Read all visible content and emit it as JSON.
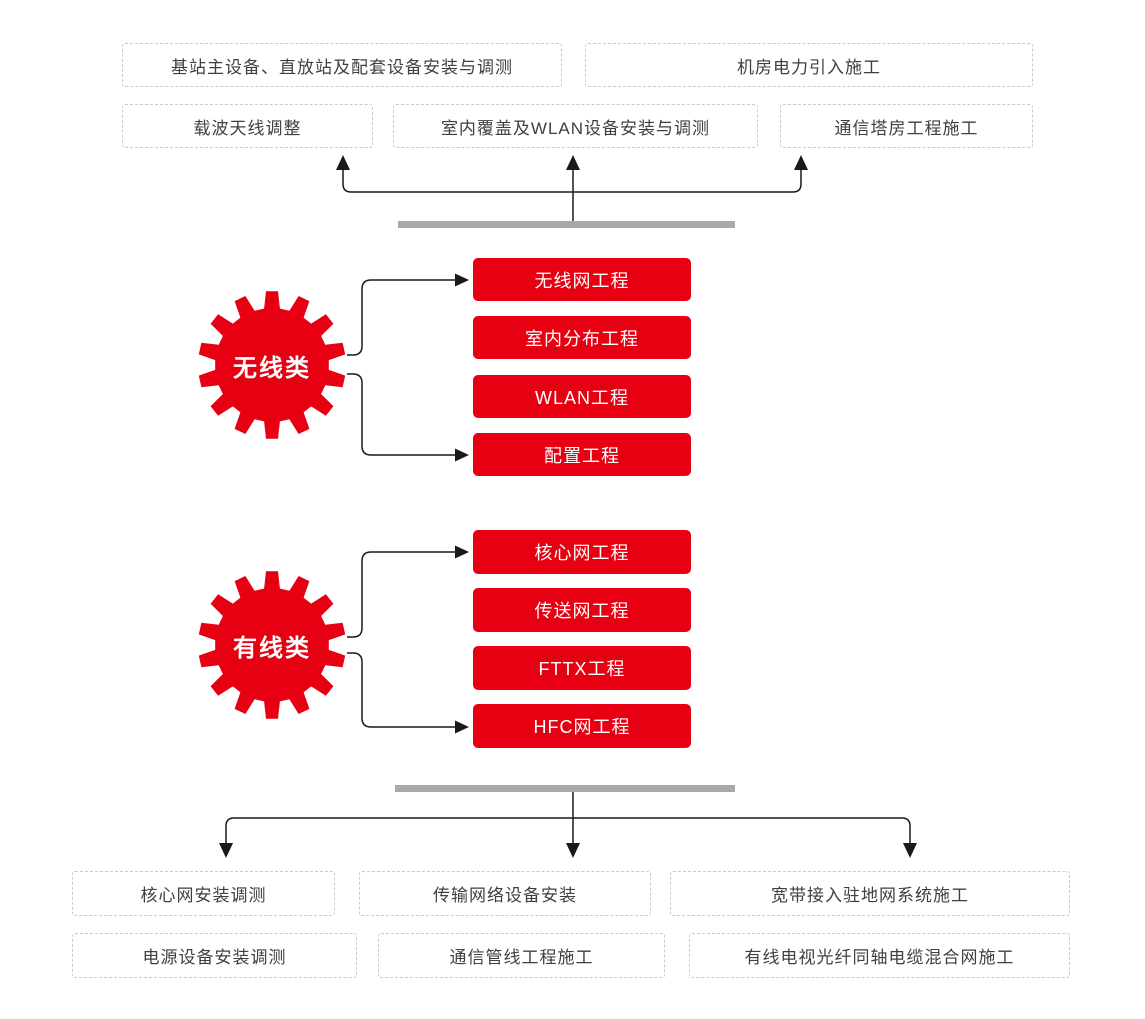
{
  "colors": {
    "red": "#e60012",
    "line": "#1a1a1a",
    "bar": "#a9a9a9",
    "border": "#c9c9c9",
    "text": "#3f3f3f"
  },
  "diagram": {
    "top_boxes": [
      {
        "label": "基站主设备、直放站及配套设备安装与调测"
      },
      {
        "label": "机房电力引入施工"
      },
      {
        "label": "载波天线调整"
      },
      {
        "label": "室内覆盖及WLAN设备安装与调测"
      },
      {
        "label": "通信塔房工程施工"
      }
    ],
    "categories": [
      {
        "name": "无线类",
        "icon": "gear-icon",
        "projects": [
          "无线网工程",
          "室内分布工程",
          "WLAN工程",
          "配置工程"
        ]
      },
      {
        "name": "有线类",
        "icon": "gear-icon",
        "projects": [
          "核心网工程",
          "传送网工程",
          "FTTX工程",
          "HFC网工程"
        ]
      }
    ],
    "bottom_boxes": [
      {
        "label": "核心网安装调测"
      },
      {
        "label": "传输网络设备安装"
      },
      {
        "label": "宽带接入驻地网系统施工"
      },
      {
        "label": "电源设备安装调测"
      },
      {
        "label": "通信管线工程施工"
      },
      {
        "label": "有线电视光纤同轴电缆混合网施工"
      }
    ]
  }
}
